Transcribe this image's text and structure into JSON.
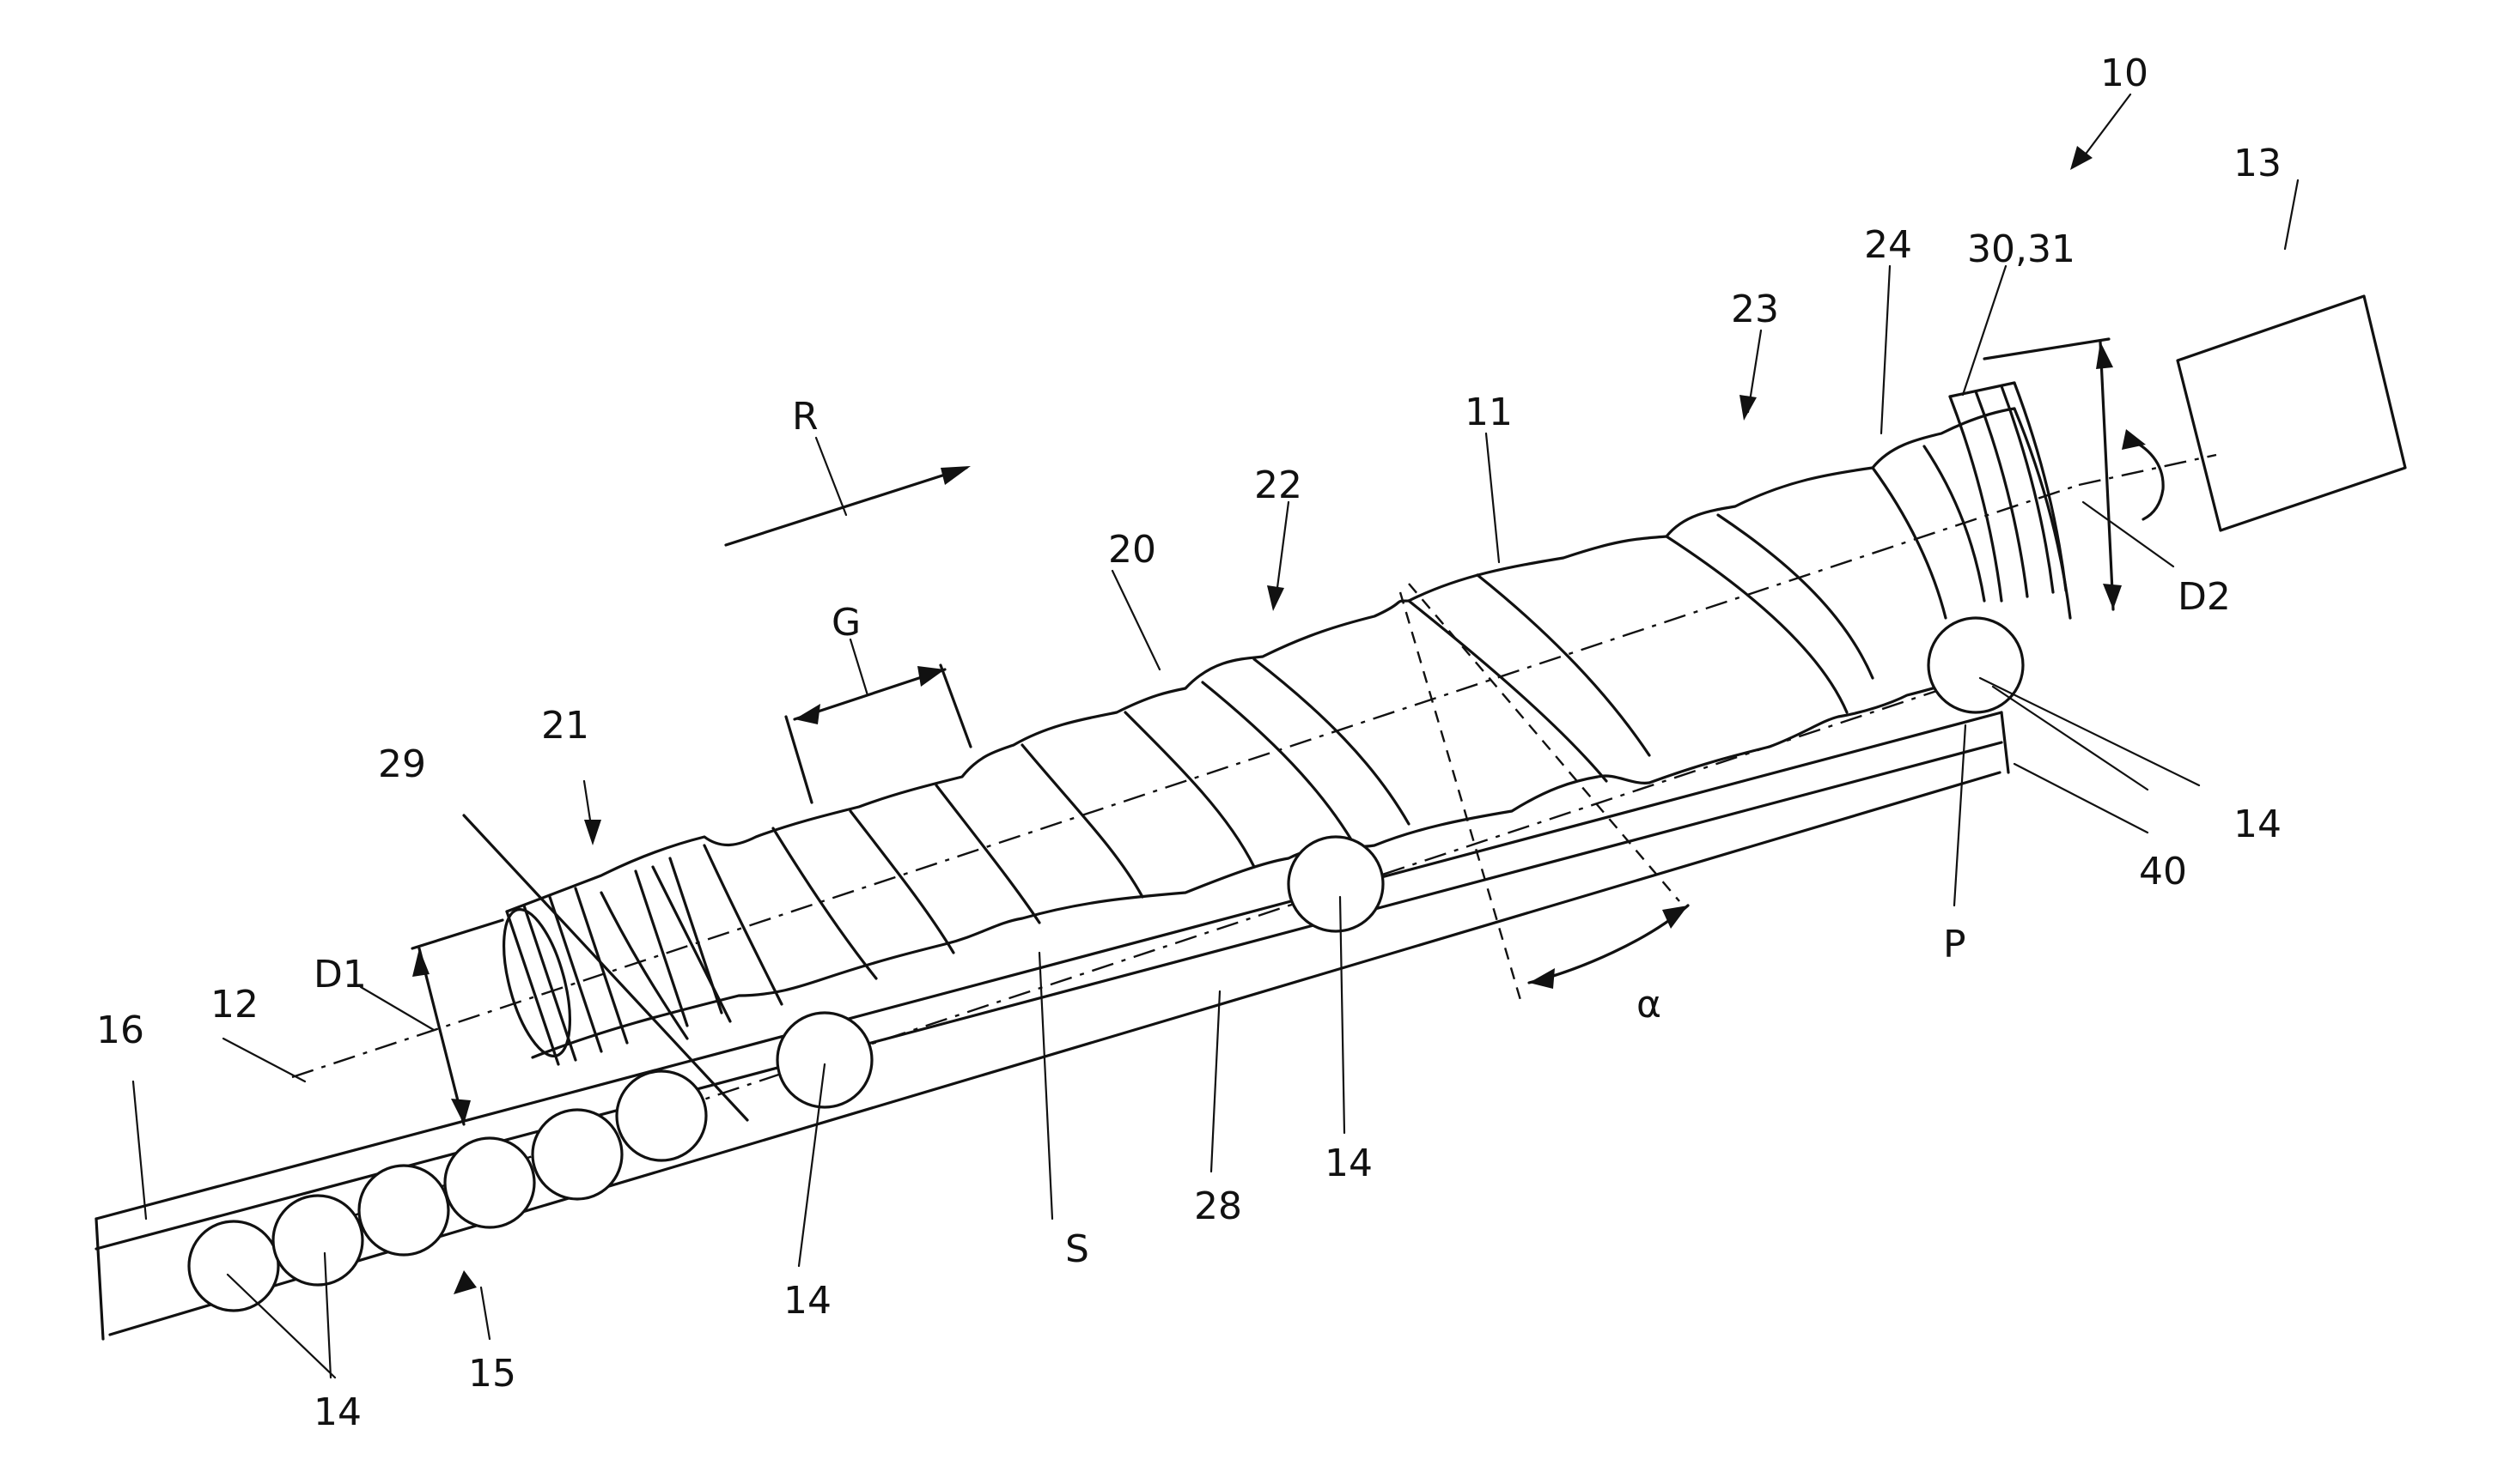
{
  "labels": {
    "device": "10",
    "screw": "11",
    "axis": "12",
    "drive": "13",
    "ball": "14",
    "channel": "15",
    "channel_end": "16",
    "thread": "20",
    "section_21": "21",
    "section_22": "22",
    "section_23": "23",
    "groove": "24",
    "rail": "28",
    "feed_edge": "29",
    "end_section": "30,31",
    "point_40": "40",
    "direction": "R",
    "pitch": "G",
    "diameter_start": "D1",
    "diameter_end": "D2",
    "gap": "S",
    "angle": "α",
    "position": "P"
  }
}
